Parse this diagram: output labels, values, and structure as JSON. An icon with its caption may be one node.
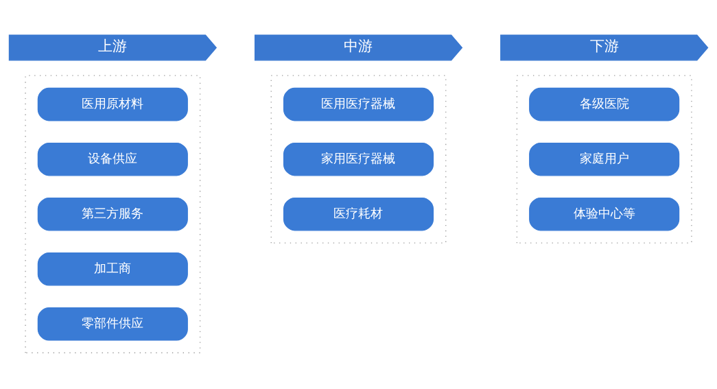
{
  "diagram": {
    "nodes": [
      {
        "text": [
          "上游"
        ]
      },
      {
        "text": [
          "中游"
        ]
      },
      {
        "text": [
          "下游"
        ]
      },
      {
        "text": [],
        "shape": "box"
      },
      {
        "text": [
          "医用原材料"
        ],
        "in": 3
      },
      {
        "text": [
          "设备供应"
        ],
        "in": 3
      },
      {
        "text": [
          "第三方服务"
        ],
        "in": 3
      },
      {
        "text": [
          "加工商"
        ],
        "in": 3
      },
      {
        "text": [
          "零部件供应"
        ],
        "in": 3
      },
      {
        "text": [],
        "shape": "box"
      },
      {
        "text": [
          "医用医疗器械"
        ],
        "in": 9
      },
      {
        "text": [
          "家用医疗器械"
        ],
        "in": 9
      },
      {
        "text": [
          "医疗耗材"
        ],
        "in": 9
      },
      {
        "text": [],
        "shape": "box"
      },
      {
        "text": [
          "各级医院"
        ],
        "in": 13
      },
      {
        "text": [
          "家庭用户"
        ],
        "in": 13
      },
      {
        "text": [
          "体验中心等"
        ],
        "in": 13
      }
    ],
    "edges": []
  }
}
